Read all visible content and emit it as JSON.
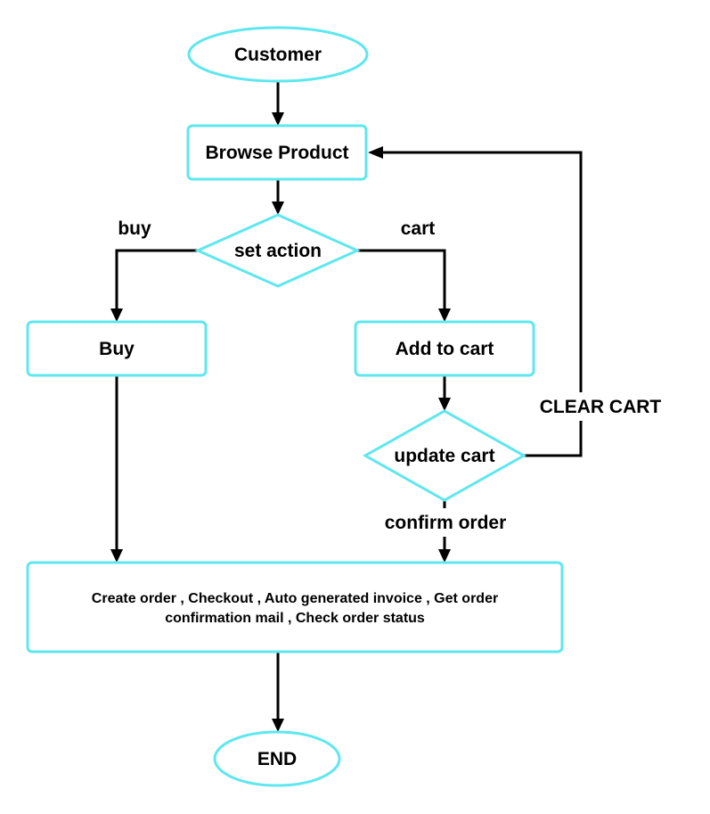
{
  "diagram": {
    "nodes": {
      "customer": "Customer",
      "browse_product": "Browse Product",
      "set_action": "set action",
      "buy": "Buy",
      "add_to_cart": "Add to cart",
      "update_cart": "update cart",
      "create_order_line1": "Create order , Checkout , Auto generated invoice , Get order",
      "create_order_line2": "confirmation mail , Check order status",
      "end": "END"
    },
    "edge_labels": {
      "buy": "buy",
      "cart": "cart",
      "clear_cart": "CLEAR CART",
      "confirm_order": "confirm order"
    },
    "colors": {
      "node_border": "#5ee7ee",
      "connector": "#000000",
      "text": "#000000"
    }
  }
}
